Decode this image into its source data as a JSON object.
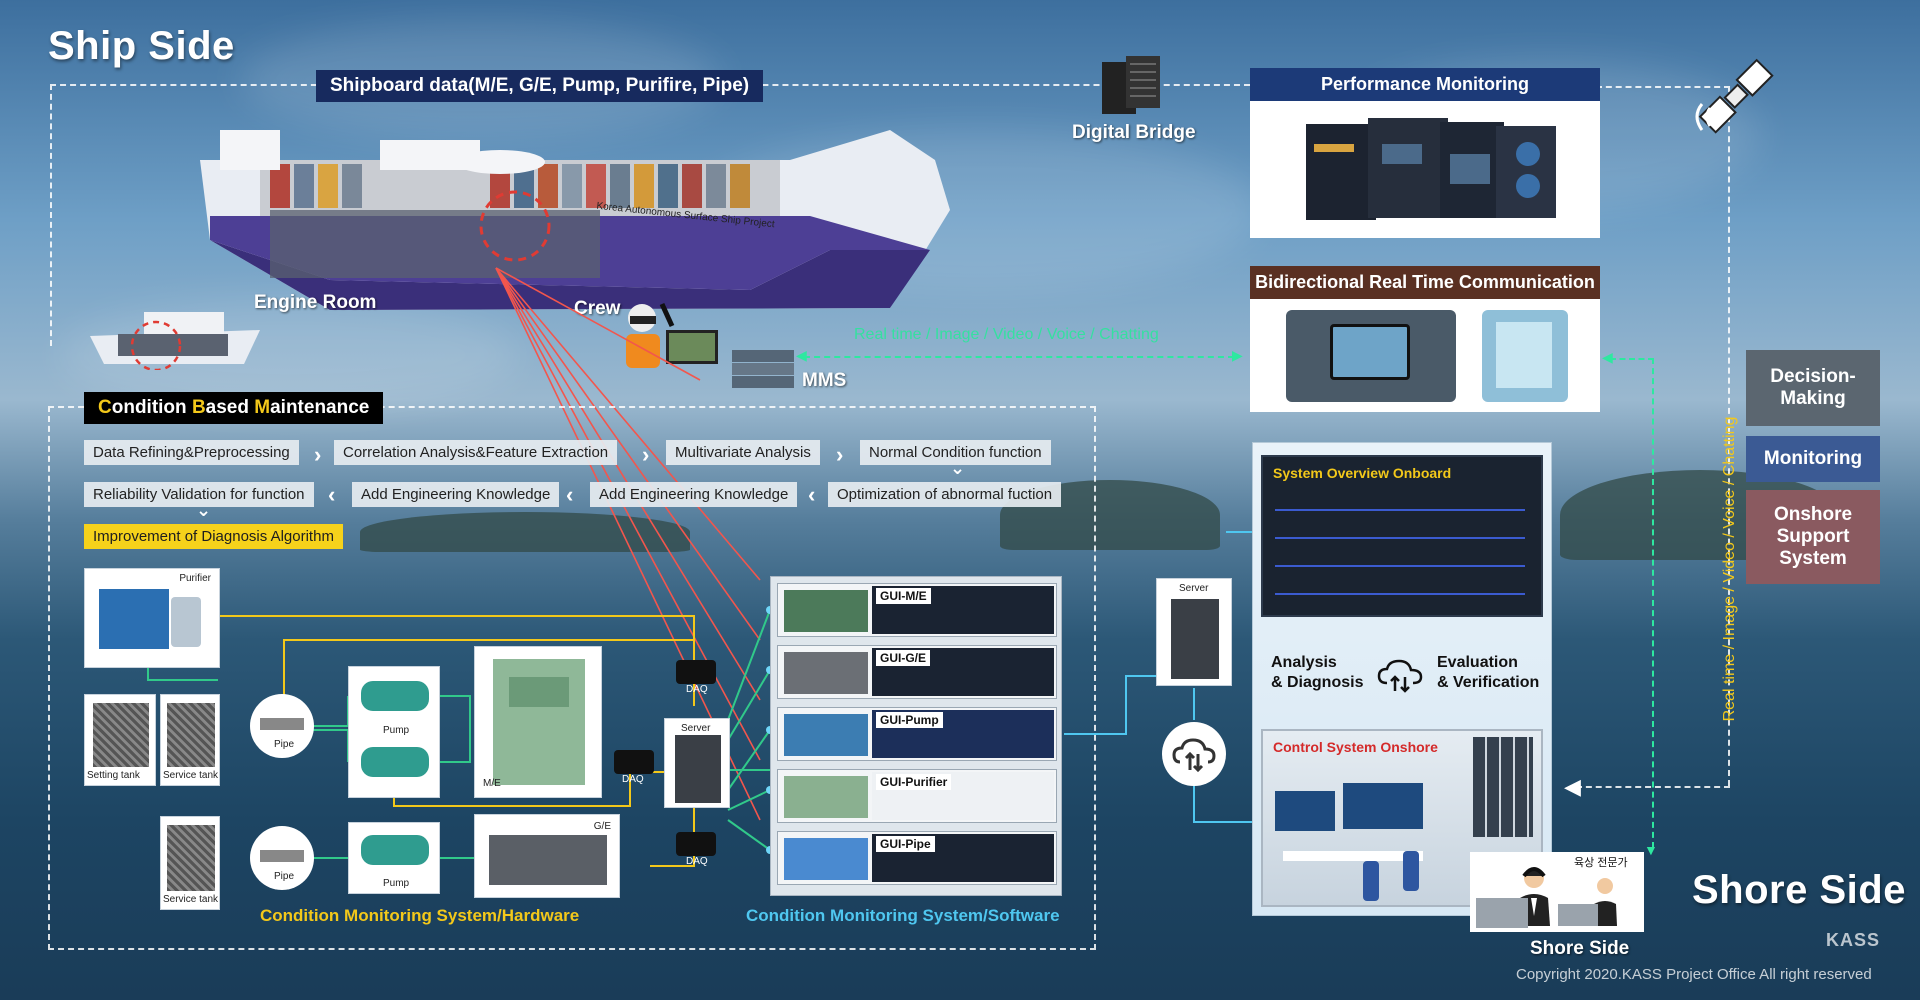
{
  "titles": {
    "ship_side": "Ship Side",
    "shore_side": "Shore Side"
  },
  "shipboard_data": "Shipboard data(M/E, G/E, Pump, Purifire, Pipe)",
  "digital_bridge": "Digital Bridge",
  "ship_hull_text": "Korea Autonomous Surface Ship Project",
  "engine_room": "Engine Room",
  "crew": "Crew",
  "mms": "MMS",
  "performance_monitoring": "Performance Monitoring",
  "bidirectional": "Bidirectional Real Time Communication",
  "realtime_horizontal": "Real time / Image / Video / Voice / Chatting",
  "realtime_vertical": "Real time / Image / Video / Voice / Chatting",
  "cbm": {
    "title_c": "C",
    "title_rest1": "ondition ",
    "title_b": "B",
    "title_rest2": "ased ",
    "title_m": "M",
    "title_rest3": "aintenance"
  },
  "steps": {
    "row1": [
      "Data Refining&Preprocessing",
      "Correlation Analysis&Feature Extraction",
      "Multivariate Analysis",
      "Normal Condition function"
    ],
    "row2": [
      "Reliability Validation for function",
      "Add Engineering Knowledge",
      "Add Engineering Knowledge",
      "Optimization of abnormal fuction"
    ],
    "row3": "Improvement of Diagnosis Algorithm"
  },
  "hardware": {
    "purifier": "Purifier",
    "setting_tank": "Setting tank",
    "service_tank": "Service tank",
    "service_tank2": "Service tank",
    "pipe1": "Pipe",
    "pipe2": "Pipe",
    "pump1": "Pump",
    "pump2": "Pump",
    "me": "M/E",
    "ge": "G/E",
    "daq1": "DAQ",
    "daq2": "DAQ",
    "daq3": "DAQ",
    "server": "Server",
    "caption": "Condition Monitoring System/Hardware"
  },
  "software": {
    "gui": [
      "GUI-M/E",
      "GUI-G/E",
      "GUI-Pump",
      "GUI-Purifier",
      "GUI-Pipe"
    ],
    "caption": "Condition Monitoring System/Software"
  },
  "shore": {
    "server": "Server",
    "system_overview": "System Overview Onboard",
    "analysis_l1": "Analysis",
    "analysis_l2": "& Diagnosis",
    "evaluation_l1": "Evaluation",
    "evaluation_l2": "& Verification",
    "control_system": "Control System Onshore",
    "expert": "육상 전문가",
    "shore_side_lbl": "Shore Side"
  },
  "side_buttons": [
    {
      "label": "Decision-\nMaking",
      "color": "#5b6670"
    },
    {
      "label": "Monitoring",
      "color": "#3b5a94"
    },
    {
      "label": "Onshore\nSupport\nSystem",
      "color": "#8a5a60"
    }
  ],
  "logo": "KASS",
  "copyright": "Copyright 2020.KASS Project Office All right reserved",
  "colors": {
    "navy": "#172a5e",
    "yellow": "#f6d21b",
    "cyan": "#4fc7f0",
    "green": "#35e0a0",
    "brown": "#5a3022",
    "red_line": "#f2564d"
  }
}
